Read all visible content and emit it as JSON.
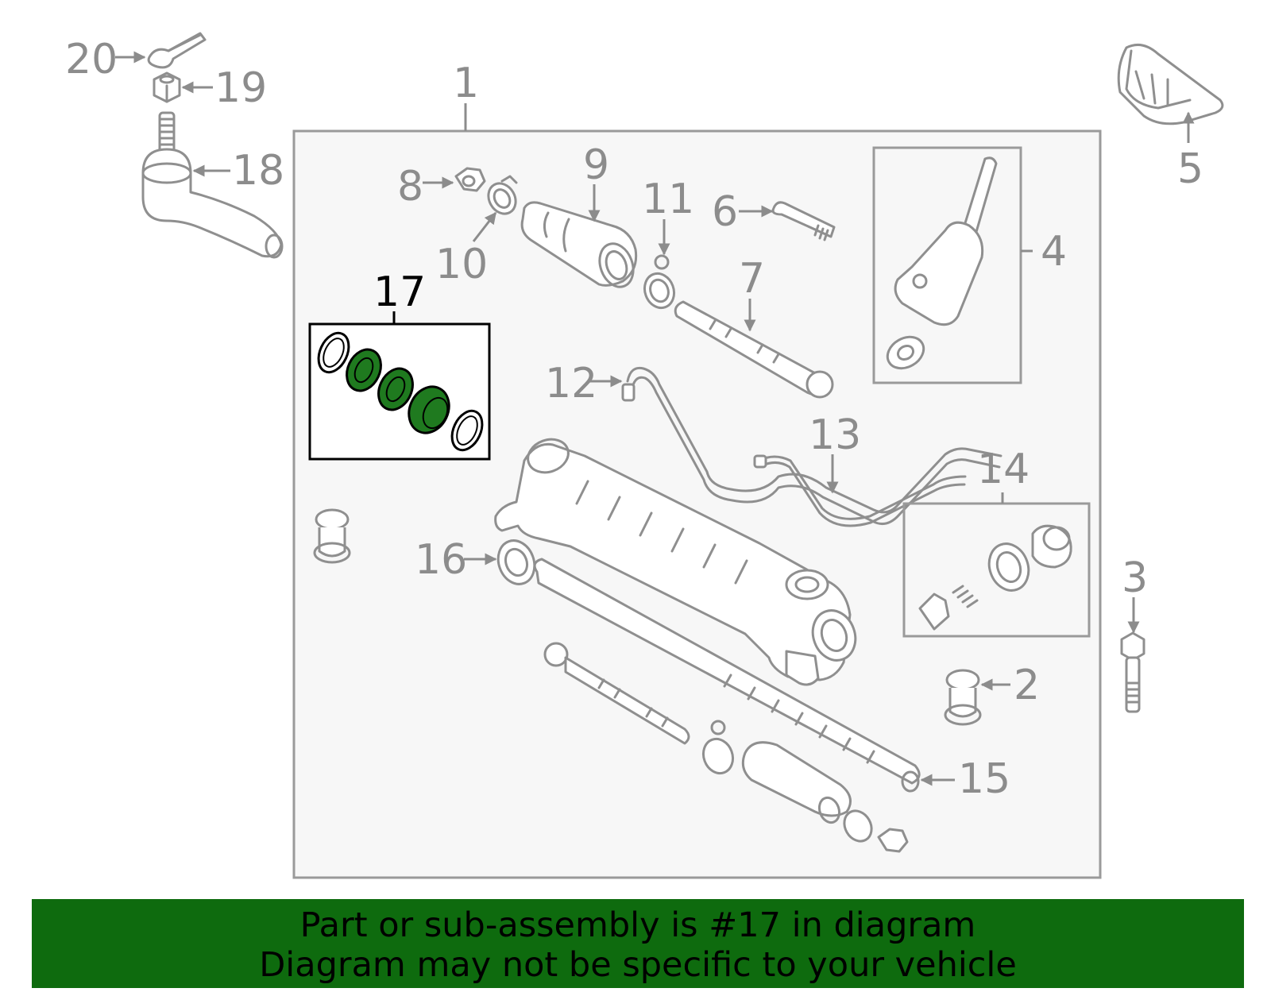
{
  "colors": {
    "accent_green": "#0e6b0e",
    "part_fill_highlight": "#1f7a1f",
    "part_stroke": "#8f8f8f",
    "callout_gray": "#8c8c8c",
    "panel_bg": "#f7f7f7",
    "highlight_label": "#000000"
  },
  "callouts": {
    "c1": "1",
    "c2": "2",
    "c3": "3",
    "c4": "4",
    "c5": "5",
    "c6": "6",
    "c7": "7",
    "c8": "8",
    "c9": "9",
    "c10": "10",
    "c11": "11",
    "c12": "12",
    "c13": "13",
    "c14": "14",
    "c15": "15",
    "c16": "16",
    "c17": "17",
    "c18": "18",
    "c19": "19",
    "c20": "20"
  },
  "highlighted_part": "17",
  "banner": {
    "line1": "Part or sub-assembly is #17 in diagram",
    "line2": "Diagram may not be specific to your vehicle"
  }
}
